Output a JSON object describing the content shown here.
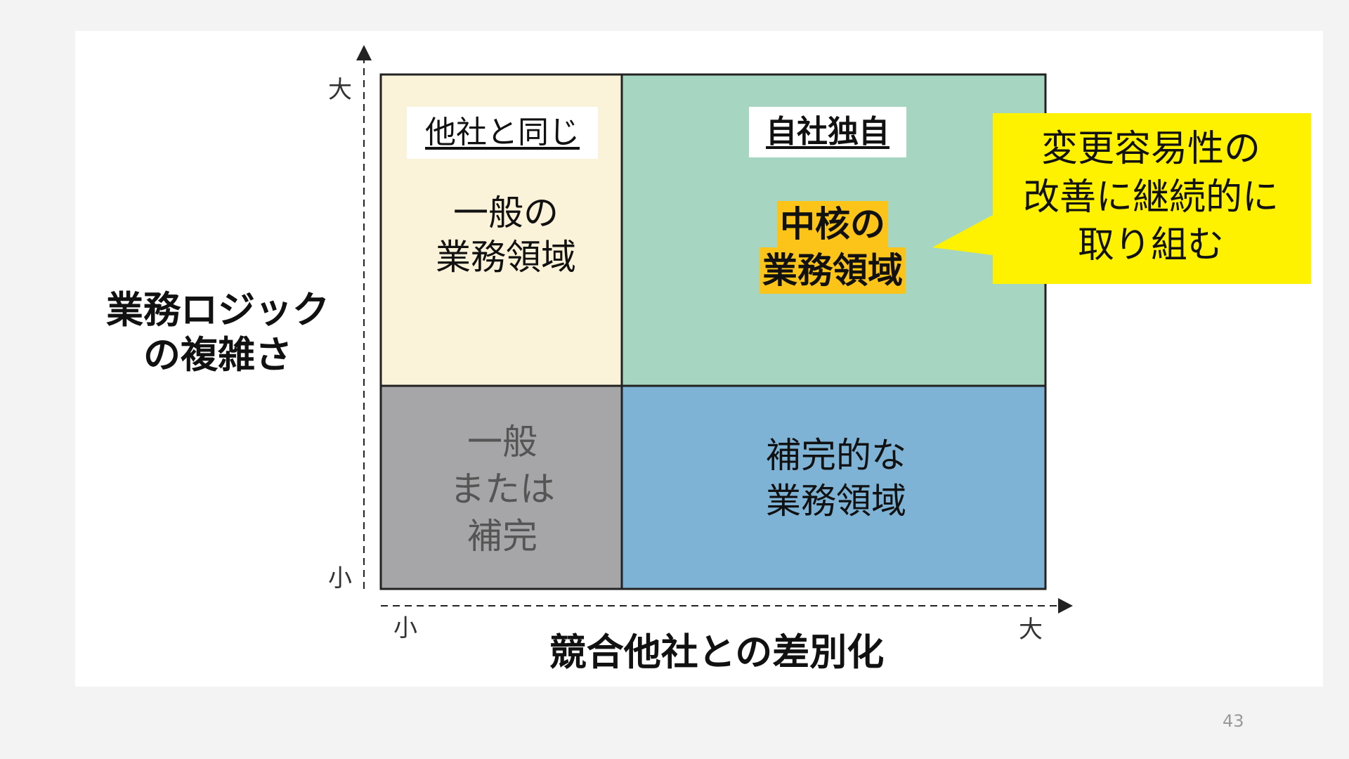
{
  "y_axis": {
    "title_lines": [
      "業務ロジック",
      "の複雑さ"
    ],
    "top_tick": "大",
    "bottom_tick": "小"
  },
  "x_axis": {
    "title": "競合他社との差別化",
    "left_tick": "小",
    "right_tick": "大"
  },
  "quadrants": {
    "top_left": {
      "header": "他社と同じ",
      "lines": [
        "一般の",
        "業務領域"
      ],
      "color": "#fbf3d9"
    },
    "top_right": {
      "header": "自社独自",
      "lines": [
        "中核の",
        "業務領域"
      ],
      "color": "#a6d6c2",
      "highlight_color": "#fcc419"
    },
    "bottom_left": {
      "lines": [
        "一般",
        "または",
        "補完"
      ],
      "color": "#a6a6a8"
    },
    "bottom_right": {
      "lines": [
        "補完的な",
        "業務領域"
      ],
      "color": "#7fb3d6"
    }
  },
  "callout": {
    "lines": [
      "変更容易性の",
      "改善に継続的に",
      "取り組む"
    ],
    "color": "#fff200"
  },
  "page_number": "43"
}
